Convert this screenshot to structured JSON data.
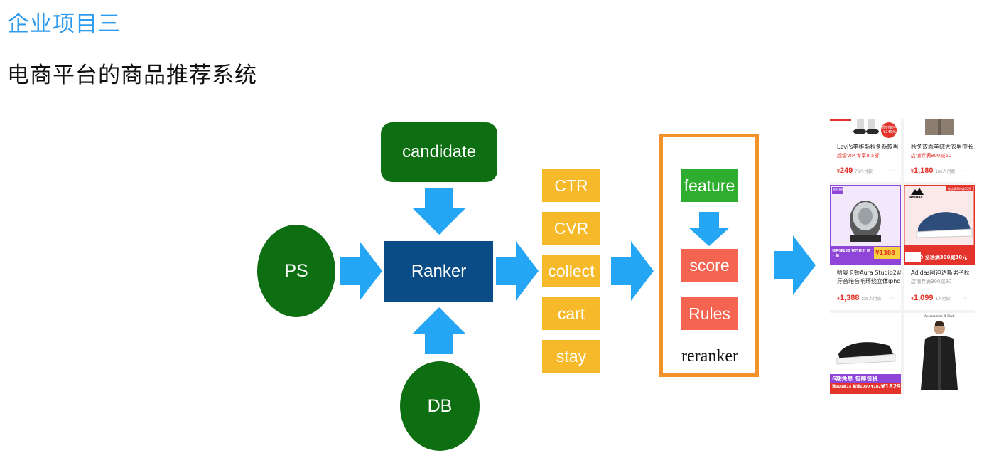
{
  "header": {
    "section_title": "企业项目三",
    "subtitle": "电商平台的商品推荐系统"
  },
  "colors": {
    "heading": "#2f9bef",
    "node_green": "#0e6e12",
    "ranker_blue": "#0a4d86",
    "arrow_blue": "#25a6f5",
    "metric_orange": "#f6b92a",
    "rerank_border": "#f39228",
    "feature_green": "#2ead2f",
    "score_red": "#f56450"
  },
  "diagram": {
    "candidate": "candidate",
    "ps": "PS",
    "db": "DB",
    "ranker": "Ranker",
    "metrics": [
      "CTR",
      "CVR",
      "collect",
      "cart",
      "stay"
    ],
    "rerank": {
      "feature": "feature",
      "score": "score",
      "rules": "Rules",
      "label": "reranker"
    }
  },
  "products": [
    {
      "title_line1": "Levi's李维斯秋冬新款男",
      "tag": "超级VIP 专享9.5折",
      "currency": "¥",
      "price": "249",
      "sold": "78人付款",
      "badge": "限时到手 ¥249元"
    },
    {
      "title_line1": "秋冬双面羊绒大衣男中长",
      "tag": "店铺券满800减50",
      "currency": "¥",
      "price": "1,180",
      "sold": "166人付款"
    },
    {
      "title_line1": "哈曼卡顿Aura Studio2蓝",
      "title_line2": "牙音箱音响环绕立体ipho",
      "currency": "¥",
      "price": "1,388",
      "sold": "335人付款",
      "banner": "领券减100 官方音乐 前一轴十",
      "badge_price": "¥1388",
      "corner_tag": "限时直降"
    },
    {
      "title_line1": "Adidas阿迪达斯男子秋",
      "tag": "店铺券满900减90",
      "currency": "¥",
      "price": "1,099",
      "sold": "1人付款",
      "banner": "¥1009 全场满300减30元",
      "brand": "adidas",
      "corner_tag": "跨店满300减30元"
    },
    {
      "banner": "6期免息 包邮包税",
      "sub_banner": "满500减15 每满1000 ¥1829",
      "badge_price": "¥1829"
    },
    {
      "brand": "Abercrombie & Fitch"
    }
  ]
}
